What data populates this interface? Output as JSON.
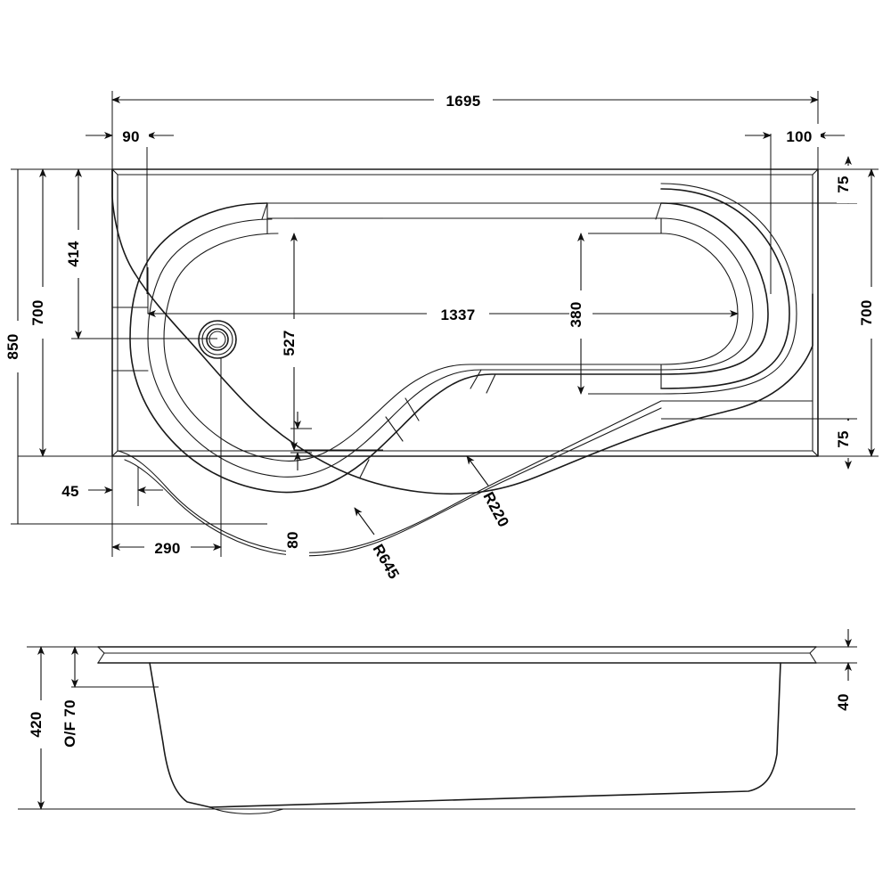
{
  "drawing": {
    "type": "engineering-dimension-drawing",
    "subject": "P-shaped shower bath",
    "units": "mm",
    "line_color": "#1a1a1a",
    "text_color": "#000000",
    "background_color": "#ffffff",
    "views": [
      {
        "id": "plan",
        "name": "Plan view (top)"
      },
      {
        "id": "section",
        "name": "Side section view"
      }
    ]
  },
  "plan_view": {
    "dimensions": {
      "overall_length": "1695",
      "left_offset": "90",
      "right_offset": "100",
      "right_top_edge": "75",
      "right_bottom_edge": "75",
      "right_internal_width": "700",
      "left_internal_width": "700",
      "left_overall_width": "850",
      "left_upper_offset": "414",
      "bowl_length": "1337",
      "bowl_narrow_width": "380",
      "bowl_wide_depth": "527",
      "foot_offset": "45",
      "foot_length": "290",
      "rim_thickness": "80"
    },
    "radii": {
      "shower_end_radius": "R220",
      "waist_radius": "R645"
    },
    "features": {
      "waste_outlet": "drain-outlet"
    }
  },
  "section_view": {
    "dimensions": {
      "overall_height": "420",
      "overflow_height": "O/F 70",
      "rim_thickness": "40"
    }
  },
  "labels": {
    "d_1695": "1695",
    "d_90": "90",
    "d_100": "100",
    "d_75_top": "75",
    "d_75_bottom": "75",
    "d_700_left": "700",
    "d_700_right": "700",
    "d_850": "850",
    "d_414": "414",
    "d_1337": "1337",
    "d_380": "380",
    "d_527": "527",
    "d_45": "45",
    "d_290": "290",
    "d_80": "80",
    "r_220": "R220",
    "r_645": "R645",
    "d_420": "420",
    "d_of70": "O/F 70",
    "d_40": "40"
  }
}
